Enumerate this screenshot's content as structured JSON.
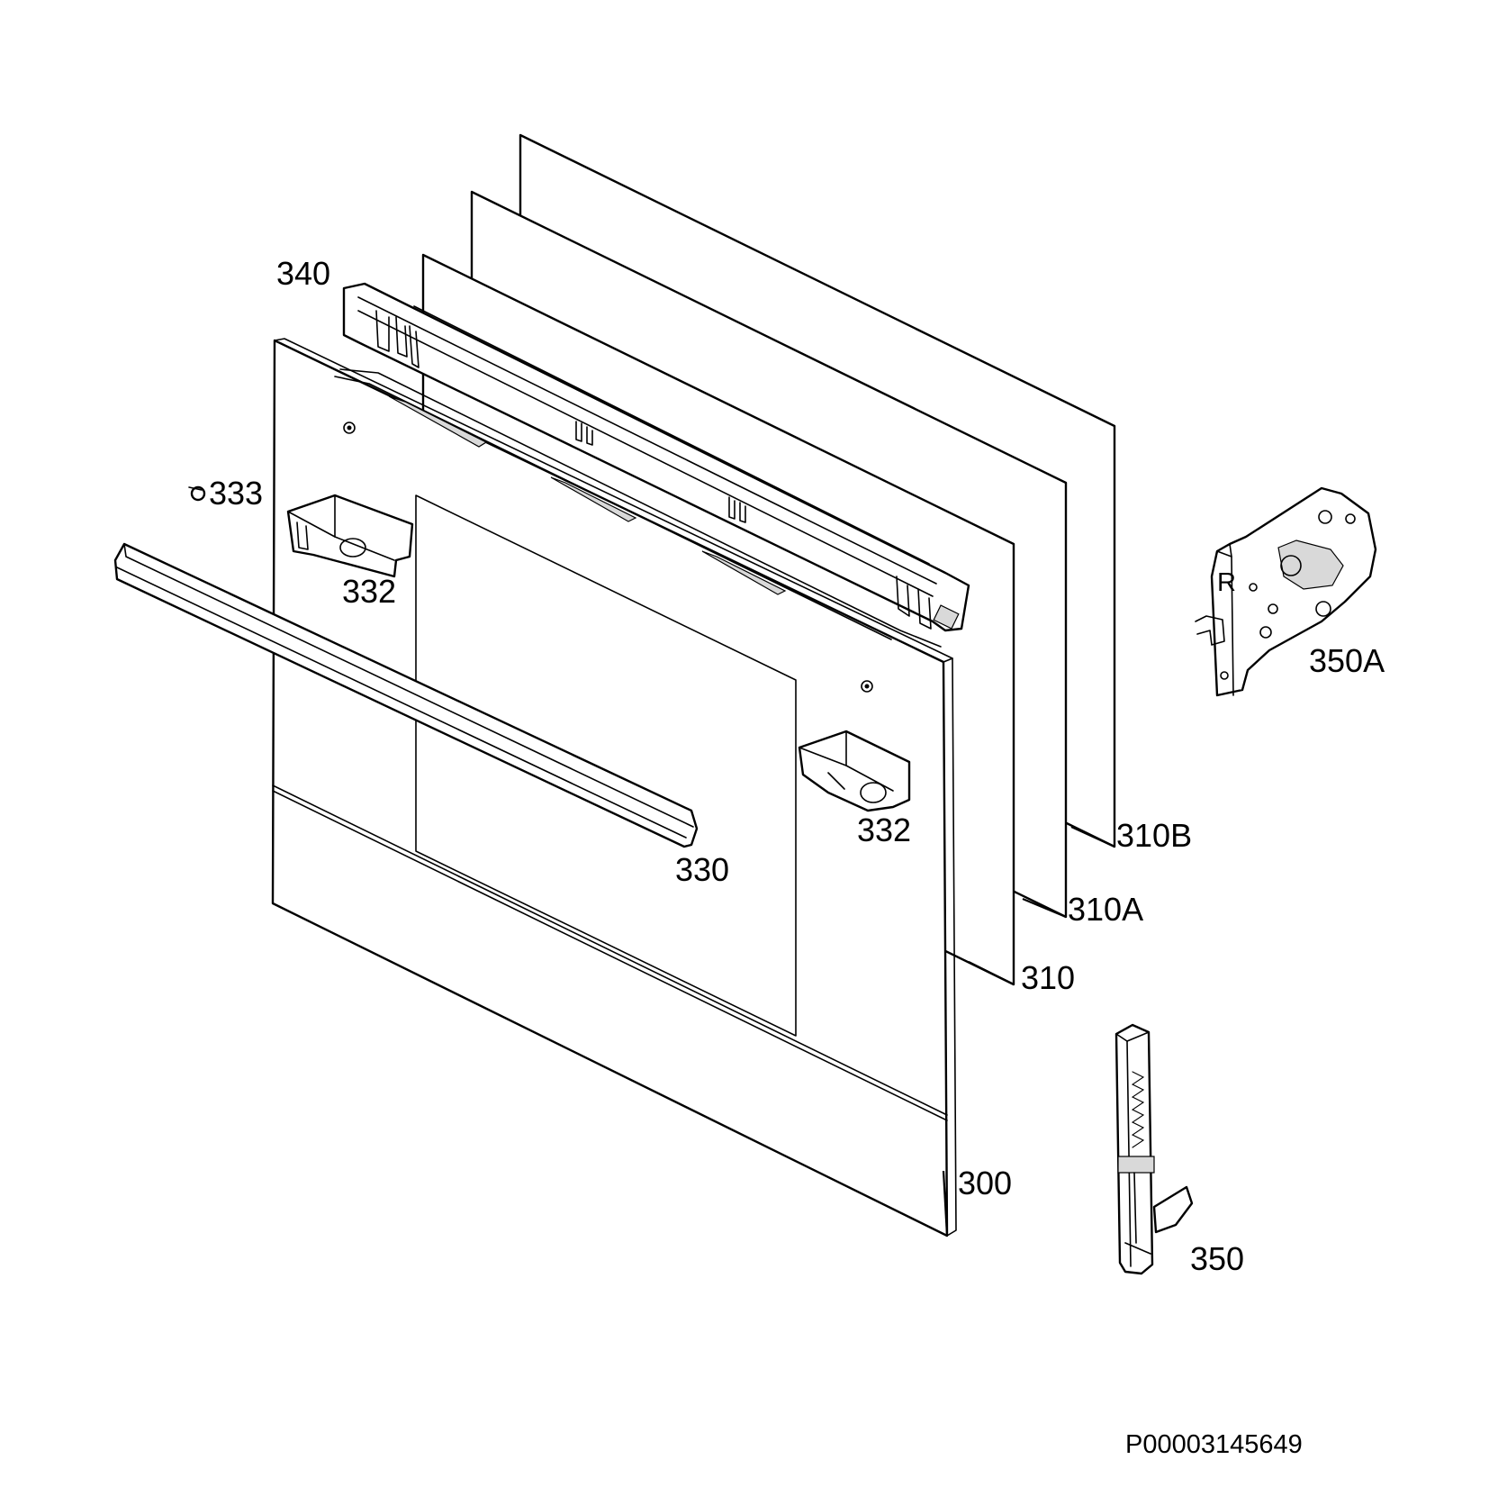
{
  "diagram": {
    "labels": {
      "p340": "340",
      "p333": "333",
      "p332_left": "332",
      "p332_right": "332",
      "p330": "330",
      "p300": "300",
      "p310": "310",
      "p310a": "310A",
      "p310b": "310B",
      "p350a": "350A",
      "p350": "350"
    },
    "hinge_350a_mark": "R",
    "drawing_code": "P00003145649"
  }
}
